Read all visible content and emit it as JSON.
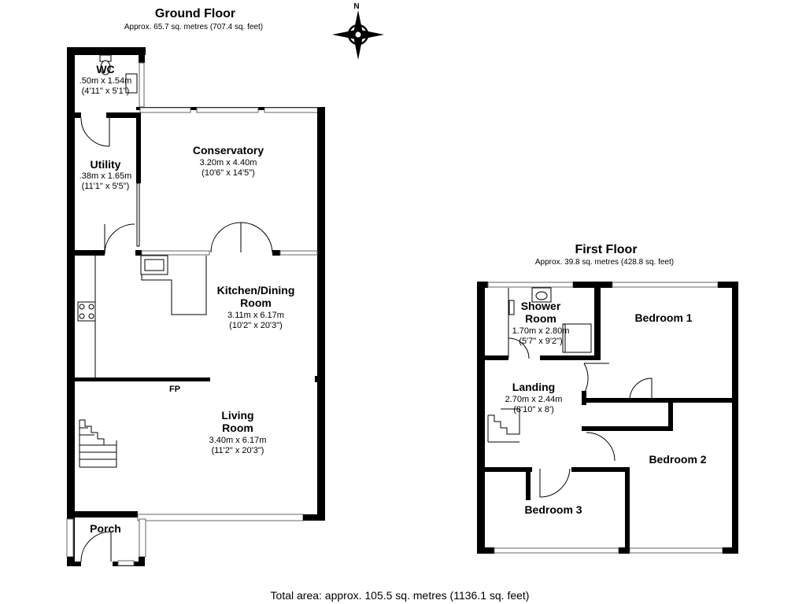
{
  "ground_floor": {
    "title": "Ground Floor",
    "area": "Approx. 65.7 sq. metres (707.4 sq. feet)",
    "rooms": [
      {
        "name": "WC",
        "dim_m": ".50m x 1.54m",
        "dim_ft": "(4'11\" x 5'1\")"
      },
      {
        "name": "Utility",
        "dim_m": ".38m x 1.65m",
        "dim_ft": "(11'1\" x 5'5\")"
      },
      {
        "name": "Conservatory",
        "dim_m": "3.20m x 4.40m",
        "dim_ft": "(10'6\" x 14'5\")"
      },
      {
        "name_line1": "Kitchen/Dining",
        "name_line2": "Room",
        "dim_m": "3.11m x 6.17m",
        "dim_ft": "(10'2\" x 20'3\")"
      },
      {
        "name_line1": "Living",
        "name_line2": "Room",
        "dim_m": "3.40m x 6.17m",
        "dim_ft": "(11'2\" x 20'3\")"
      },
      {
        "name": "Porch"
      }
    ],
    "fp_label": "FP"
  },
  "first_floor": {
    "title": "First Floor",
    "area": "Approx. 39.8 sq. metres (428.8 sq. feet)",
    "rooms": [
      {
        "name_line1": "Shower",
        "name_line2": "Room",
        "dim_m": "1.70m x 2.80m",
        "dim_ft": "(5'7\" x 9'2\")"
      },
      {
        "name": "Bedroom 1"
      },
      {
        "name": "Landing",
        "dim_m": "2.70m x 2.44m",
        "dim_ft": "(8'10\" x 8')"
      },
      {
        "name": "Bedroom 2"
      },
      {
        "name": "Bedroom 3"
      }
    ]
  },
  "compass": {
    "label": "N",
    "icon": "compass-rose-icon"
  },
  "total_area": "Total area: approx. 105.5 sq. metres (1136.1 sq. feet)"
}
